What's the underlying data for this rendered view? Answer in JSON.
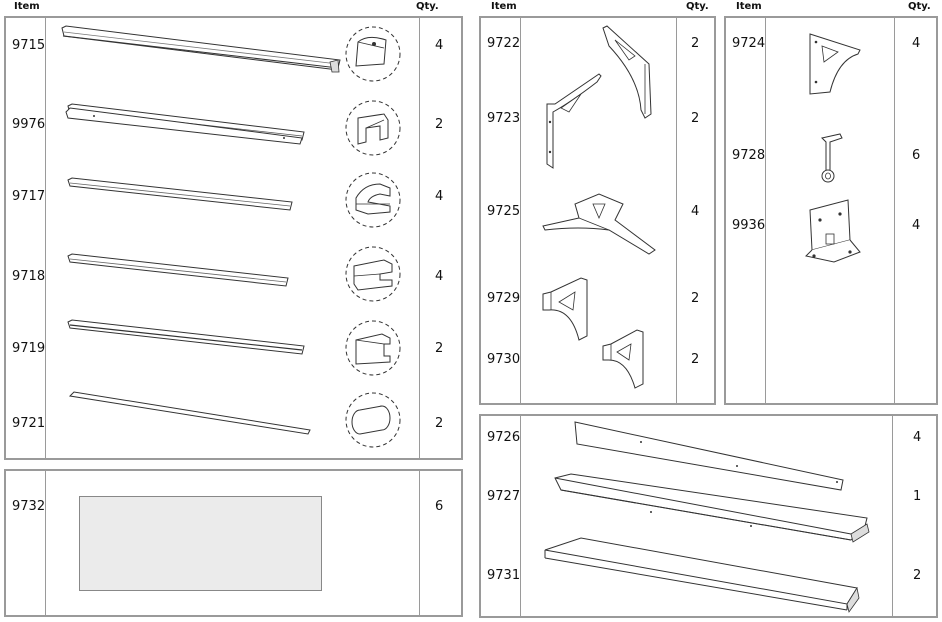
{
  "headers": {
    "left": {
      "item": "Item",
      "qty": "Qty."
    },
    "middle": {
      "item": "Item",
      "qty": "Qty."
    },
    "right": {
      "item": "Item",
      "qty": "Qty."
    }
  },
  "parts": [
    {
      "item": "9715",
      "qty": "4"
    },
    {
      "item": "9976",
      "qty": "2"
    },
    {
      "item": "9717",
      "qty": "4"
    },
    {
      "item": "9718",
      "qty": "4"
    },
    {
      "item": "9719",
      "qty": "2"
    },
    {
      "item": "9721",
      "qty": "2"
    },
    {
      "item": "9732",
      "qty": "6"
    },
    {
      "item": "9722",
      "qty": "2"
    },
    {
      "item": "9723",
      "qty": "2"
    },
    {
      "item": "9725",
      "qty": "4"
    },
    {
      "item": "9729",
      "qty": "2"
    },
    {
      "item": "9730",
      "qty": "2"
    },
    {
      "item": "9724",
      "qty": "4"
    },
    {
      "item": "9728",
      "qty": "6"
    },
    {
      "item": "9936",
      "qty": "4"
    },
    {
      "item": "9726",
      "qty": "4"
    },
    {
      "item": "9727",
      "qty": "1"
    },
    {
      "item": "9731",
      "qty": "2"
    }
  ]
}
